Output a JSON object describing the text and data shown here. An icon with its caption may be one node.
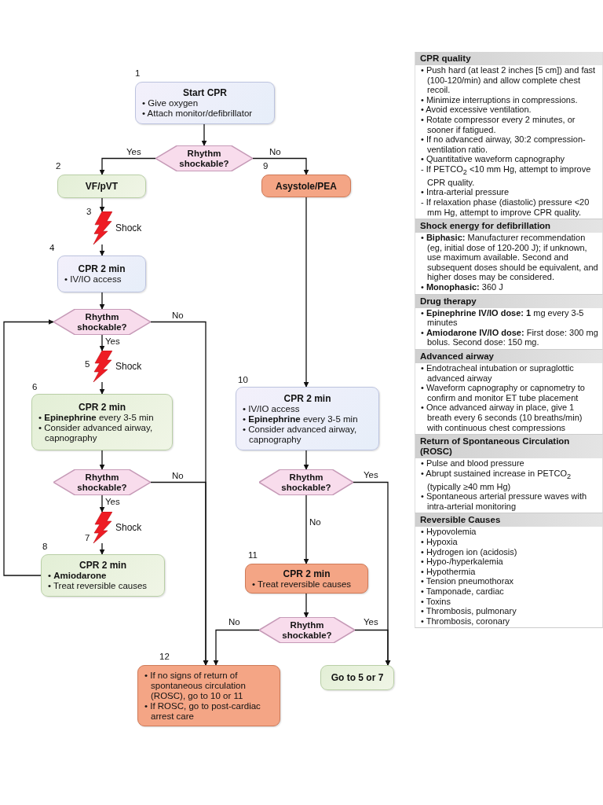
{
  "diagram": {
    "nodes": [
      {
        "text": [
          "Start CPR",
          "• Give oxygen",
          "• Attach monitor/defibrillator"
        ],
        "beside": [
          "1"
        ]
      },
      {
        "text": [
          "Rhythm shockable?"
        ]
      },
      {
        "text": [
          "VF/pVT"
        ],
        "beside": [
          "2"
        ]
      },
      {
        "text": [
          "Shock"
        ],
        "beside": [
          "3"
        ]
      },
      {
        "text": [
          "CPR 2 min",
          "• IV/IO access"
        ],
        "beside": [
          "4"
        ]
      },
      {
        "text": [
          "Rhythm shockable?"
        ]
      },
      {
        "text": [
          "Shock"
        ],
        "beside": [
          "5"
        ]
      },
      {
        "text": [
          "CPR 2 min",
          "• **Epinephrine** every 3-5 min",
          "• Consider advanced airway, capnography"
        ],
        "beside": [
          "6"
        ]
      },
      {
        "text": [
          "Rhythm shockable?"
        ]
      },
      {
        "text": [
          "Shock"
        ],
        "beside": [
          "7"
        ]
      },
      {
        "text": [
          "CPR 2 min",
          "• **Amiodarone**",
          "• Treat reversible causes"
        ],
        "beside": [
          "8"
        ]
      },
      {
        "text": [
          "Asystole/PEA"
        ],
        "beside": [
          "9"
        ]
      },
      {
        "text": [
          "CPR 2 min",
          "• IV/IO access",
          "• **Epinephrine** every 3-5 min",
          "• Consider advanced airway, capnography"
        ],
        "beside": [
          "10"
        ]
      },
      {
        "text": [
          "Rhythm shockable?"
        ]
      },
      {
        "text": [
          "CPR 2 min",
          "• Treat reversible causes"
        ],
        "beside": [
          "11"
        ]
      },
      {
        "text": [
          "Rhythm shockable?"
        ]
      },
      {
        "text": [
          "• If no signs of return of spontaneous circulation (ROSC), go to 10 or 11",
          "• If ROSC, go to post-cardiac arrest care"
        ],
        "beside": [
          "12"
        ]
      },
      {
        "text": [
          "Go to 5 or 7"
        ]
      },
      {
        "text": [
          "CPR quality",
          "• Push hard (at least 2 inches [5 cm]) and fast (100-120/min) and allow complete chest recoil.",
          "• Minimize interruptions in compressions.",
          "• Avoid excessive ventilation.",
          "• Rotate compressor every 2 minutes, or sooner if fatigued.",
          "• If no advanced airway, 30:2 compression-ventilation ratio.",
          "• Quantitative waveform capnography",
          "- If PETCO$_{2}$ <10 mm Hg, attempt to improve CPR quality.",
          "• Intra-arterial pressure",
          "- If relaxation phase (diastolic) pressure <20 mm Hg, attempt to improve CPR quality."
        ]
      },
      {
        "text": [
          "Shock energy for defibrillation",
          "• **Biphasic:** Manufacturer recommendation (eg, initial dose of 120-200 J); if unknown, use maximum available. Second and subsequent doses should be equivalent, and higher doses may be considered.",
          "• **Monophasic:** 360 J"
        ]
      },
      {
        "text": [
          "Drug therapy",
          "• **Epinephrine IV/IO dose: 1** mg every 3-5 minutes",
          "• **Amiodarone IV/IO dose:** First dose: 300 mg bolus. Second dose: 150 mg."
        ]
      },
      {
        "text": [
          "Advanced airway",
          "• Endotracheal intubation or supraglottic advanced airway",
          "• Waveform capnography or capnometry to confirm and monitor ET tube placement",
          "• Once advanced airway in place, give 1 breath every 6 seconds (10 breaths/min) with continuous chest compressions"
        ]
      },
      {
        "text": [
          "Return of Spontaneous Circulation (ROSC)",
          "• Pulse and blood pressure",
          "• Abrupt sustained increase in PETCO$_{2}$ (typically ≥40 mm Hg)",
          "• Spontaneous arterial pressure waves with intra-arterial monitoring"
        ]
      },
      {
        "text": [
          "Reversible Causes",
          "• Hypovolemia",
          "• Hypoxia",
          "• Hydrogen ion (acidosis)",
          "• Hypo-/hyperkalemia",
          "• Hypothermia",
          "• Tension pneumothorax",
          "• Tamponade, cardiac",
          "• Toxins",
          "• Thrombosis, pulmonary",
          "• Thrombosis, coronary"
        ]
      }
    ],
    "edges": [
      {
        "from": 0,
        "to": 1,
        "arrow": "to"
      },
      {
        "from": 1,
        "to": 2,
        "arrow": "to",
        "label": "Yes"
      },
      {
        "from": 1,
        "to": 11,
        "arrow": "to",
        "label": "No"
      },
      {
        "from": 2,
        "to": 3,
        "arrow": "to"
      },
      {
        "from": 3,
        "to": 4,
        "arrow": "to"
      },
      {
        "from": 4,
        "to": 5,
        "arrow": "to"
      },
      {
        "from": 5,
        "to": 6,
        "arrow": "to",
        "label": "Yes"
      },
      {
        "from": 5,
        "to": 16,
        "arrow": "to",
        "label": "No"
      },
      {
        "from": 6,
        "to": 7,
        "arrow": "to"
      },
      {
        "from": 7,
        "to": 8,
        "arrow": "to"
      },
      {
        "from": 8,
        "to": 9,
        "arrow": "to",
        "label": "Yes"
      },
      {
        "from": 8,
        "to": 16,
        "arrow": "to",
        "label": "No"
      },
      {
        "from": 9,
        "to": 10,
        "arrow": "to"
      },
      {
        "from": 10,
        "to": 5,
        "arrow": "to"
      },
      {
        "from": 11,
        "to": 12,
        "arrow": "to"
      },
      {
        "from": 12,
        "to": 13,
        "arrow": "to"
      },
      {
        "from": 13,
        "to": 14,
        "arrow": "to",
        "label": "No"
      },
      {
        "from": 13,
        "to": 17,
        "arrow": "to",
        "label": "Yes"
      },
      {
        "from": 14,
        "to": 15,
        "arrow": "to"
      },
      {
        "from": 15,
        "to": 16,
        "arrow": "to",
        "label": "No"
      },
      {
        "from": 15,
        "to": 17,
        "arrow": "to",
        "label": "Yes"
      }
    ]
  }
}
